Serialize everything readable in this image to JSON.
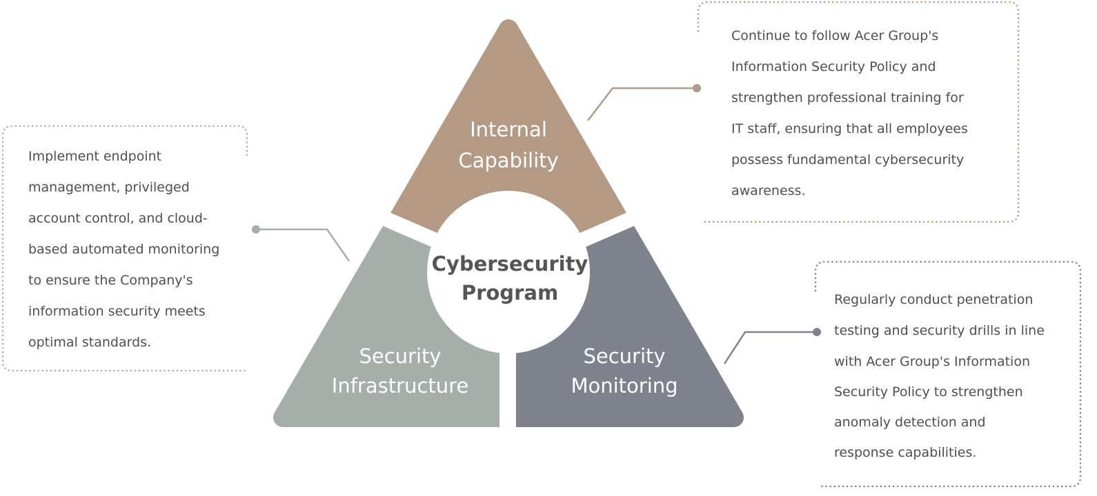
{
  "colors": {
    "internal": "#b49a84",
    "infrastructure": "#a5aea9",
    "monitoring": "#7e828d",
    "text": "#4f4f4f"
  },
  "center": {
    "line1": "Cybersecurity",
    "line2": "Program"
  },
  "segments": {
    "internal": {
      "line1": "Internal",
      "line2": "Capability"
    },
    "infrastructure": {
      "line1": "Security",
      "line2": "Infrastructure"
    },
    "monitoring": {
      "line1": "Security",
      "line2": "Monitoring"
    }
  },
  "callouts": {
    "internal": {
      "lines": [
        "Continue to follow Acer Group's",
        "Information Security Policy and",
        "strengthen professional training for",
        "IT staff, ensuring that all employees",
        "possess fundamental cybersecurity",
        "awareness."
      ]
    },
    "infrastructure": {
      "lines": [
        "Implement endpoint",
        "management, privileged",
        "account control, and cloud-",
        "based automated monitoring",
        "to ensure the Company's",
        "information security meets",
        "optimal standards."
      ]
    },
    "monitoring": {
      "lines": [
        "Regularly conduct penetration",
        "testing and security drills in line",
        "with Acer Group's Information",
        "Security Policy to strengthen",
        "anomaly detection and",
        "response capabilities."
      ]
    }
  }
}
